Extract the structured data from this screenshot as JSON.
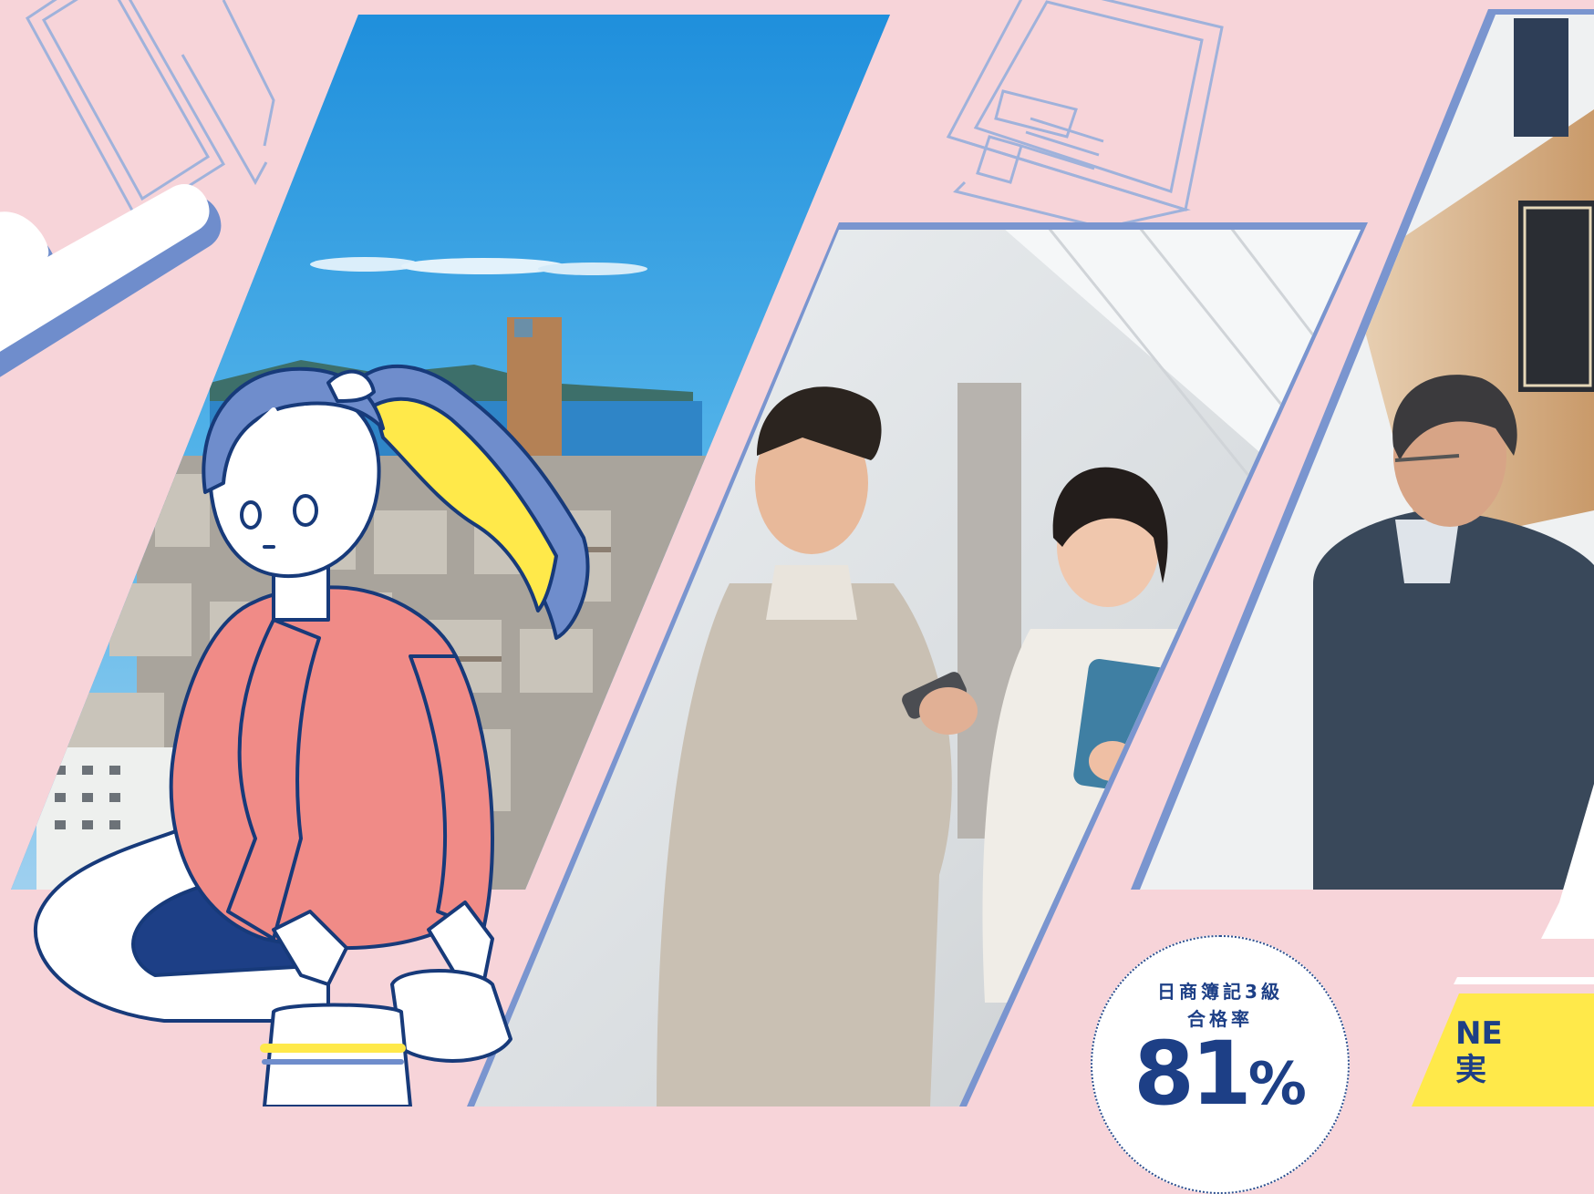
{
  "badge": {
    "line1": "日商簿記3級",
    "line2": "合格率",
    "value": "81",
    "unit": "%"
  },
  "corner_text": {
    "line1": "NE",
    "line2": "実"
  },
  "colors": {
    "background": "#f7d4d9",
    "frame": "#7a95cf",
    "navy": "#1d3f86",
    "yellow": "#ffe94a",
    "sweater": "#f08b87"
  },
  "icons": [
    "tablet-sketch-icon",
    "laptop-sketch-icon",
    "swoosh-shape"
  ]
}
